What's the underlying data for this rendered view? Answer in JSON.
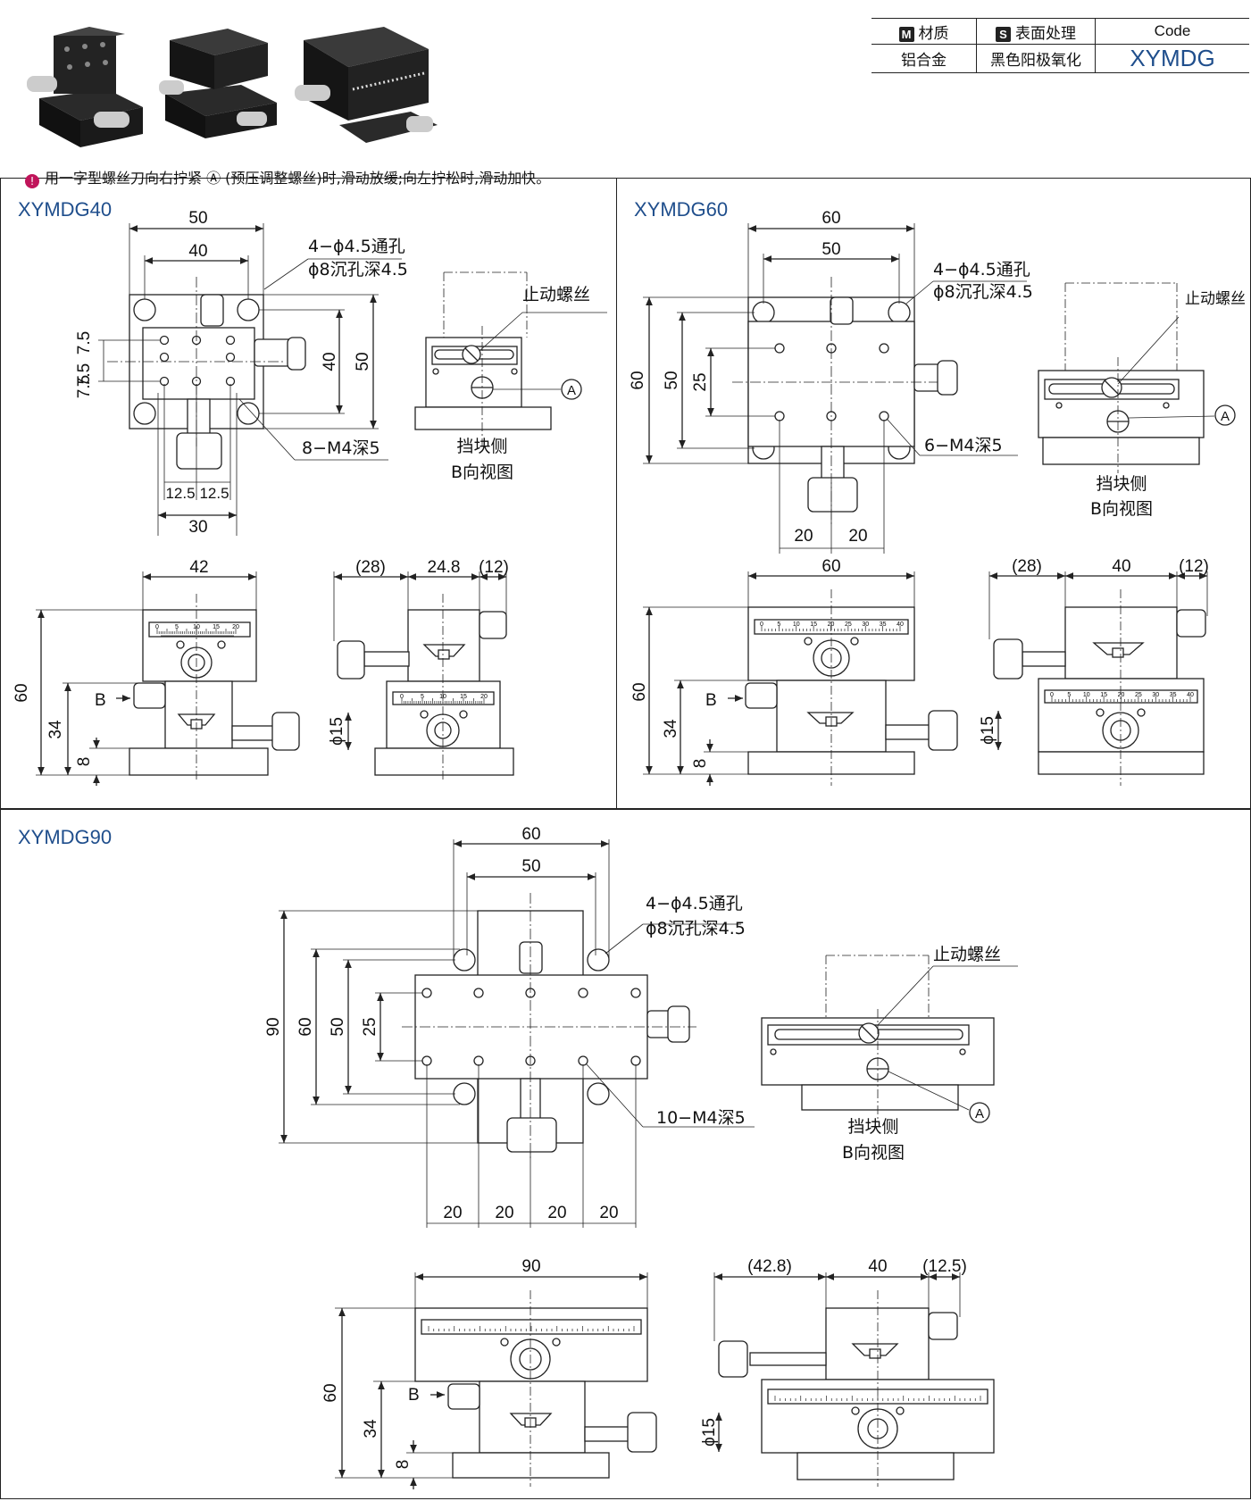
{
  "spec_table": {
    "material_badge": "M",
    "material_header": "材质",
    "surface_badge": "S",
    "surface_header": "表面处理",
    "code_header": "Code",
    "material": "铝合金",
    "surface": "黑色阳极氧化",
    "code": "XYMDG"
  },
  "note": "用一字型螺丝刀向右拧紧 Ⓐ (预压调整螺丝)时,滑动放缓;向左拧松时,滑动加快。",
  "panels": {
    "xymdg40": {
      "title": "XYMDG40",
      "top_dims": [
        "50",
        "40"
      ],
      "hole_note_1": "4−ϕ4.5通孔",
      "hole_note_2": "ϕ8沉孔深4.5",
      "left_dims": [
        "7.5",
        "7.5",
        "7.5"
      ],
      "right_dims": [
        "40",
        "50"
      ],
      "tap_note": "8−M4深5",
      "bottom_dims": [
        "12.5",
        "12.5",
        "30"
      ],
      "stop_screw": "止动螺丝",
      "a_mark": "A",
      "view_label_1": "挡块侧",
      "view_label_2": "B向视图",
      "front_width": "42",
      "front_heights": [
        "60",
        "34",
        "8"
      ],
      "b_mark": "B",
      "side_dims": [
        "(28)",
        "24.8",
        "(12)"
      ],
      "knob_dia": "ϕ15"
    },
    "xymdg60": {
      "title": "XYMDG60",
      "top_dims": [
        "60",
        "50"
      ],
      "hole_note_1": "4−ϕ4.5通孔",
      "hole_note_2": "ϕ8沉孔深4.5",
      "left_dims": [
        "60",
        "50",
        "25"
      ],
      "tap_note": "6−M4深5",
      "bottom_dims": [
        "20",
        "20"
      ],
      "stop_screw": "止动螺丝",
      "a_mark": "A",
      "view_label_1": "挡块侧",
      "view_label_2": "B向视图",
      "front_width": "60",
      "front_heights": [
        "60",
        "34",
        "8"
      ],
      "b_mark": "B",
      "side_dims": [
        "(28)",
        "40",
        "(12)"
      ],
      "knob_dia": "ϕ15"
    },
    "xymdg90": {
      "title": "XYMDG90",
      "top_dims": [
        "60",
        "50"
      ],
      "hole_note_1": "4−ϕ4.5通孔",
      "hole_note_2": "ϕ8沉孔深4.5",
      "left_dims": [
        "90",
        "60",
        "50",
        "25"
      ],
      "tap_note": "10−M4深5",
      "bottom_dims": [
        "20",
        "20",
        "20",
        "20"
      ],
      "stop_screw": "止动螺丝",
      "a_mark": "A",
      "view_label_1": "挡块侧",
      "view_label_2": "B向视图",
      "front_width": "90",
      "front_heights": [
        "60",
        "34",
        "8"
      ],
      "b_mark": "B",
      "side_dims": [
        "(42.8)",
        "40",
        "(12.5)"
      ],
      "knob_dia": "ϕ15"
    }
  },
  "scale_ticks_40": [
    "0",
    "5",
    "10",
    "15",
    "20"
  ],
  "scale_ticks_60": [
    "0",
    "5",
    "10",
    "15",
    "20",
    "25",
    "30",
    "35",
    "40"
  ]
}
